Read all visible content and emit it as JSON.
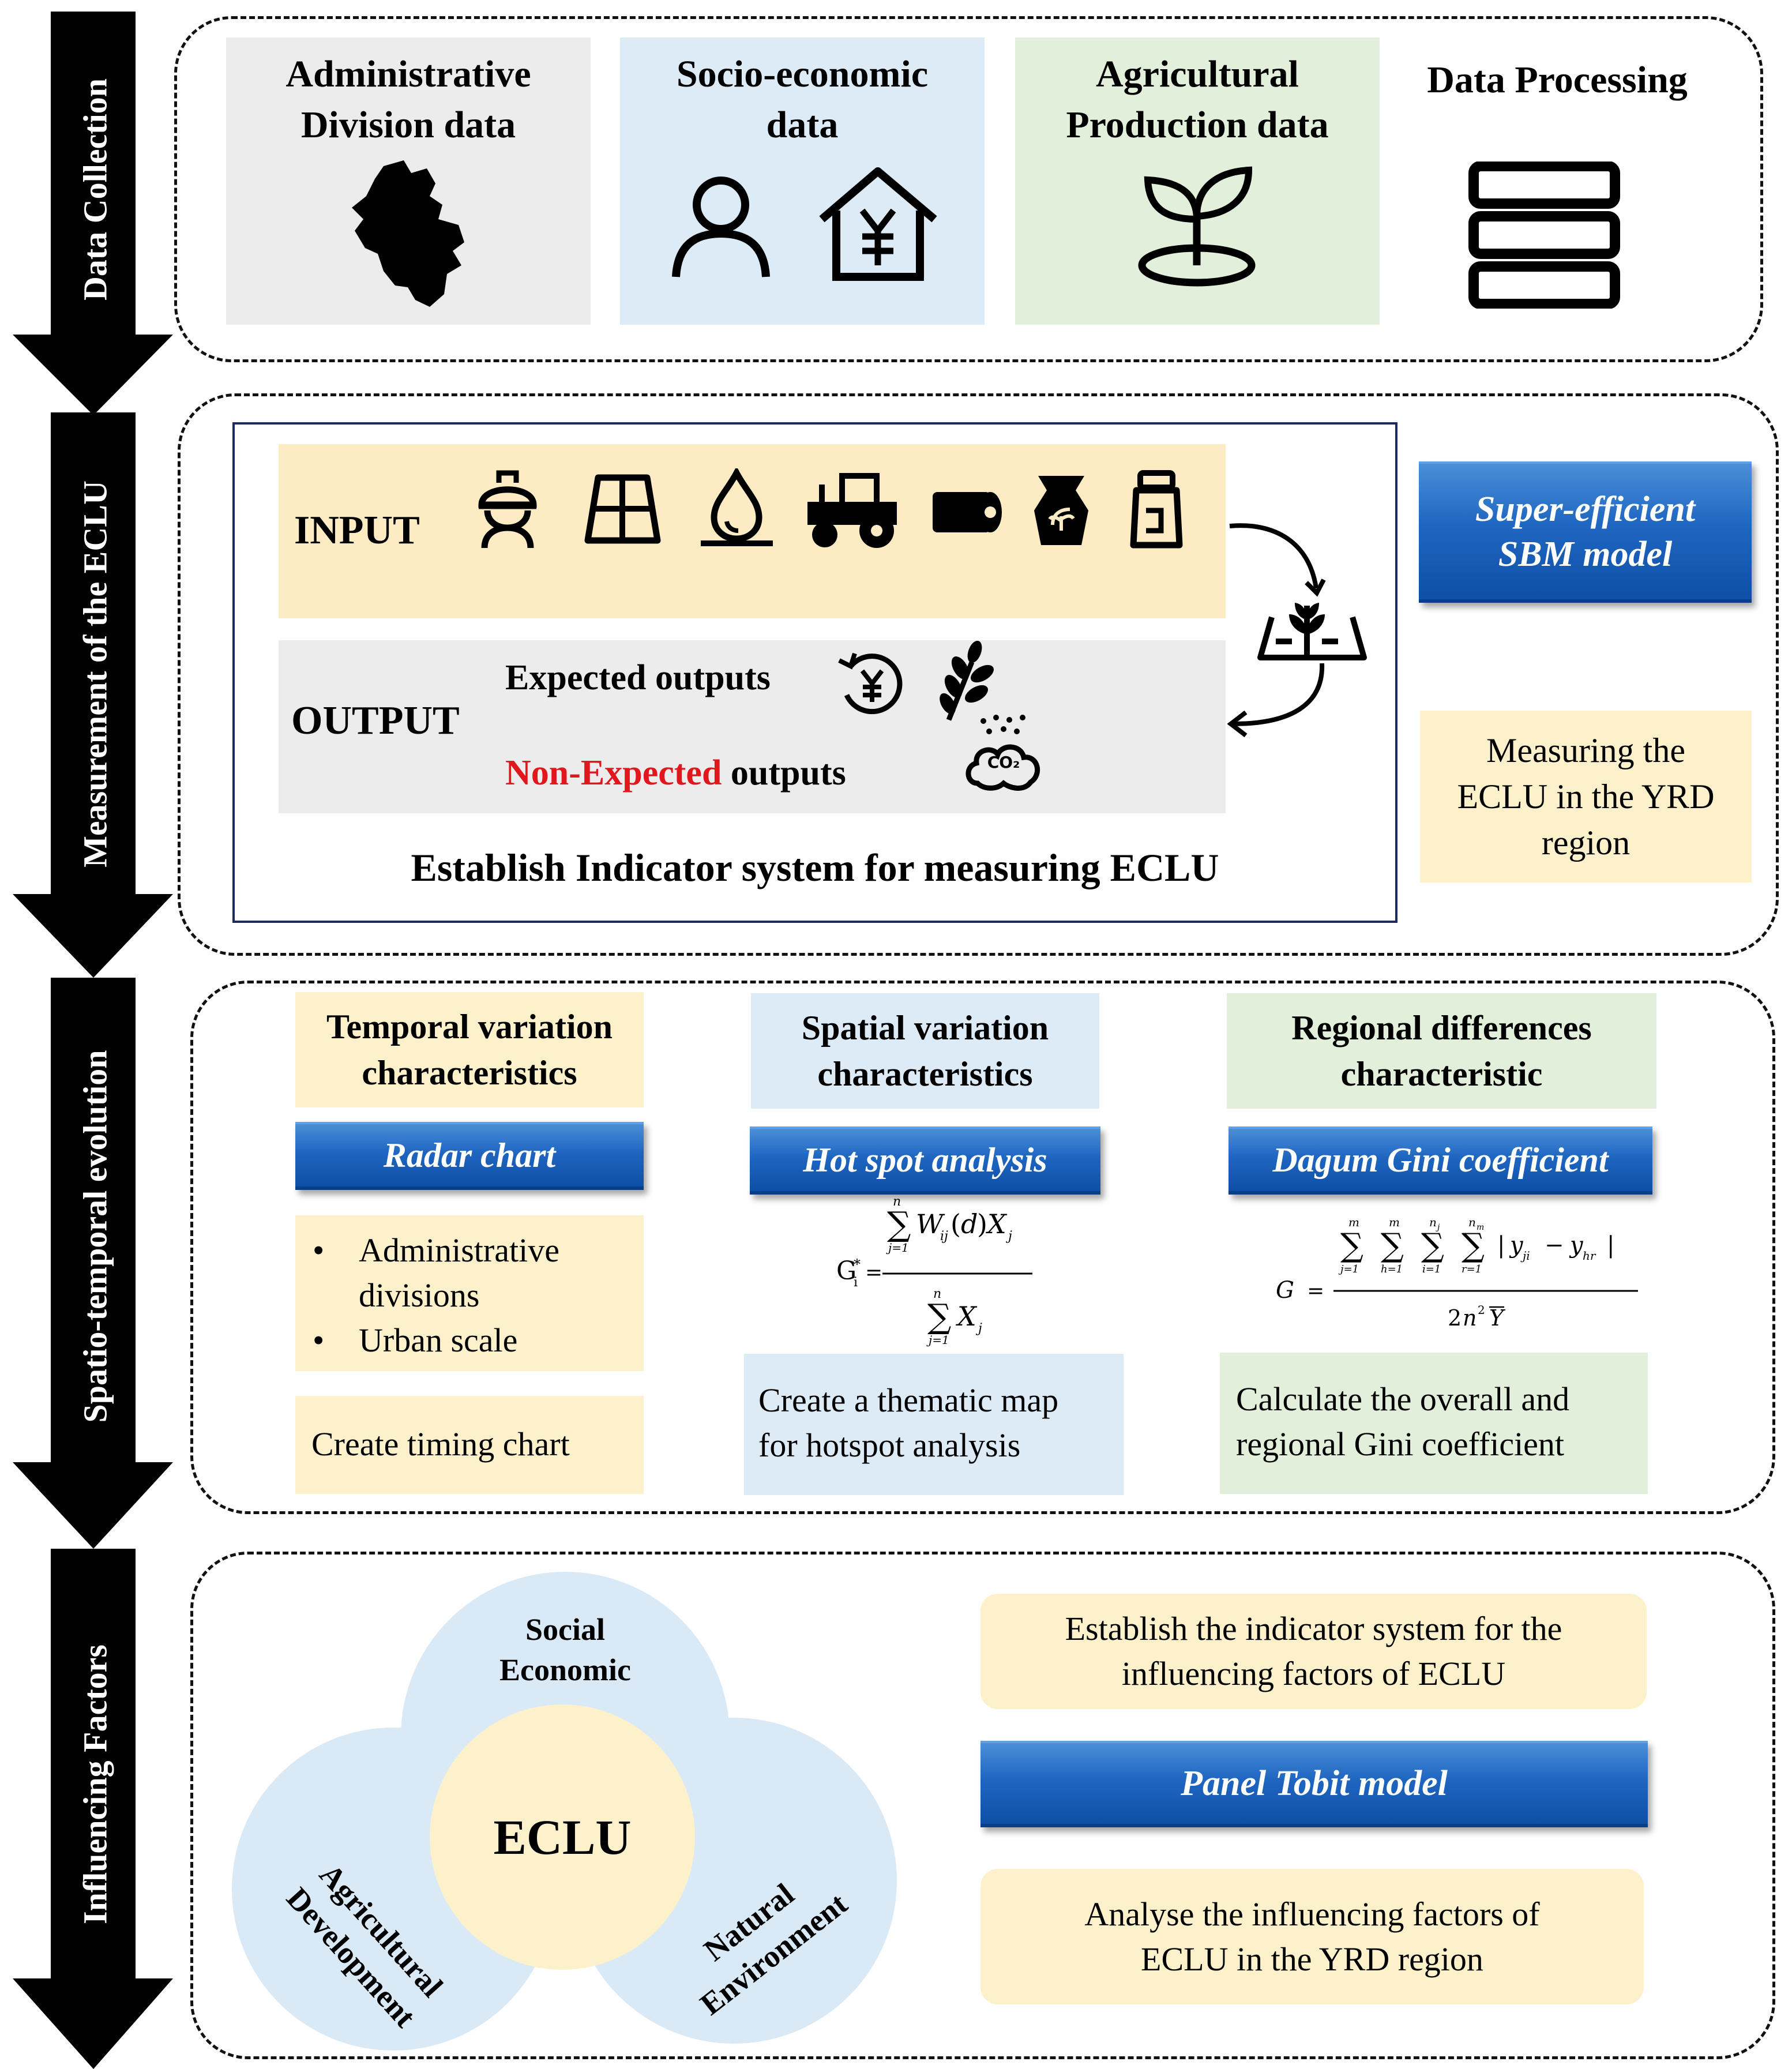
{
  "sections": {
    "data_collection": "Data Collection",
    "measurement": "Measurement of the ECLU",
    "spatio": "Spatio-temporal evolution",
    "influencing": "Influencing Factors"
  },
  "data_collection": {
    "admin": [
      "Administrative",
      "Division data"
    ],
    "socio": [
      "Socio-economic",
      "data"
    ],
    "agri": [
      "Agricultural",
      "Production data"
    ],
    "processing": "Data Processing",
    "icons": {
      "admin": "region-map-icon",
      "socio_person": "person-icon",
      "socio_house": "house-yen-icon",
      "agri": "sprout-icon",
      "processing": "database-icon"
    }
  },
  "measurement": {
    "input_label": "INPUT",
    "output_label": "OUTPUT",
    "expected": "Expected outputs",
    "non_expected_red": "Non-Expected",
    "non_expected_rest": " outputs",
    "establish": "Establish Indicator system for measuring ECLU",
    "model": [
      "Super-efficient",
      "SBM model"
    ],
    "measuring": [
      "Measuring the",
      "ECLU in the YRD",
      "region"
    ],
    "co2": "CO₂",
    "input_icons": [
      "worker-helmet-icon",
      "land-grid-icon",
      "water-drop-icon",
      "tractor-icon",
      "plastic-film-roll-icon",
      "fertilizer-bag-icon",
      "pesticide-bottle-icon"
    ],
    "output_icons": [
      "yen-cycle-icon",
      "grain-icon",
      "co2-cloud-icon",
      "farmland-crop-icon"
    ],
    "red_color": "#e0171d"
  },
  "spatio": {
    "temporal_title": [
      "Temporal variation",
      "characteristics"
    ],
    "spatial_title": [
      "Spatial variation",
      "characteristics"
    ],
    "regional_title": [
      "Regional differences",
      "characteristic"
    ],
    "radar": "Radar chart",
    "hotspot": "Hot spot analysis",
    "dagum": "Dagum Gini coefficient",
    "bullets": [
      "Administrative",
      "divisions",
      "Urban scale"
    ],
    "bullet_char": "•",
    "timing": "Create timing chart",
    "thematic": [
      "Create a thematic map",
      "for hotspot analysis"
    ],
    "gini_calc": [
      "Calculate the overall and",
      "regional Gini coefficient"
    ]
  },
  "influencing": {
    "social": [
      "Social",
      "Economic"
    ],
    "agricultural": [
      "Agricultural",
      "Development"
    ],
    "natural": [
      "Natural",
      "Environment"
    ],
    "center": "ECLU",
    "establish": [
      "Establish the indicator system for the",
      "influencing factors of ECLU"
    ],
    "model": "Panel Tobit model",
    "analyse": [
      "Analyse the influencing factors of",
      "ECLU in the YRD region"
    ]
  }
}
